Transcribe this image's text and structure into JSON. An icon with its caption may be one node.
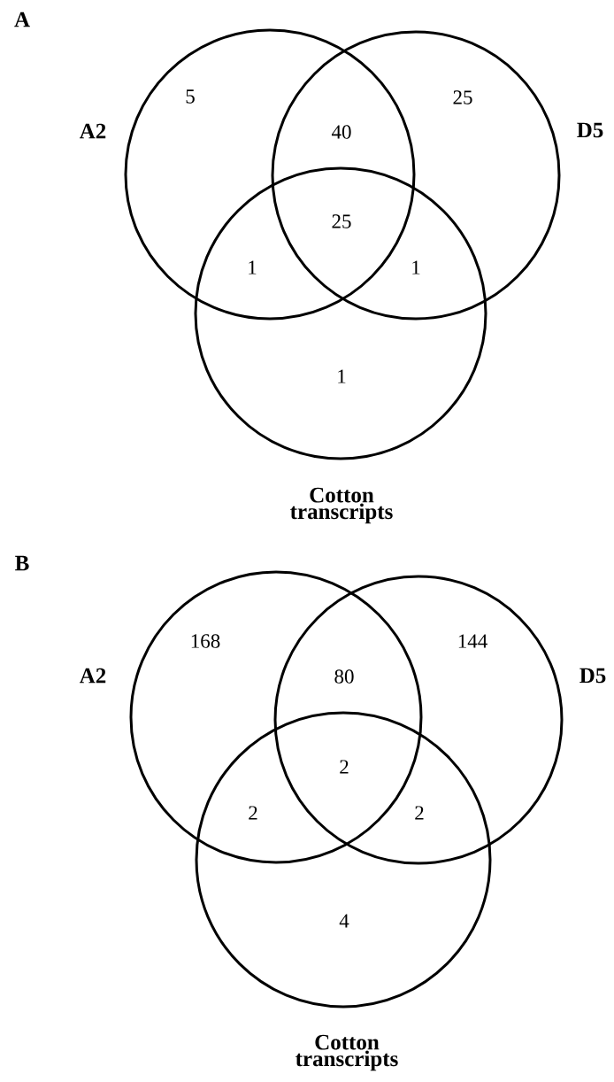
{
  "diagram": {
    "nodes": [
      {
        "text": [
          "A2"
        ]
      },
      {
        "text": [
          "D5"
        ]
      },
      {
        "text": [
          "Cotton transcripts"
        ]
      },
      {
        "text": [
          "A2"
        ]
      },
      {
        "text": [
          "D5"
        ]
      },
      {
        "text": [
          "Cotton transcripts"
        ]
      }
    ],
    "labels": [
      "A",
      "5",
      "25",
      "40",
      "25",
      "1",
      "1",
      "1",
      "B",
      "168",
      "144",
      "80",
      "2",
      "2",
      "2",
      "4"
    ]
  }
}
